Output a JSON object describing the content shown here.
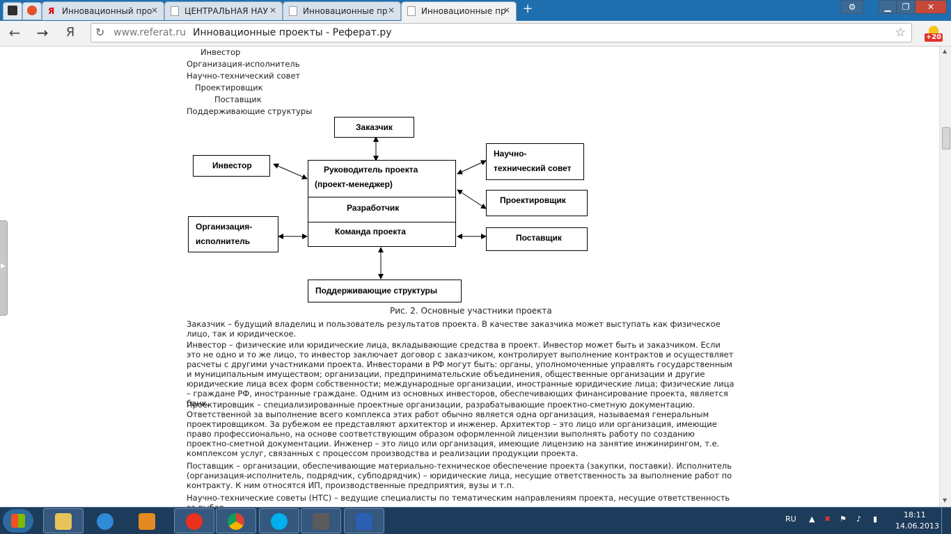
{
  "browser": {
    "tabs": [
      {
        "title": "Инновационный про",
        "active": false
      },
      {
        "title": "ЦЕНТРАЛЬНАЯ НАУ",
        "active": false
      },
      {
        "title": "Инновационные пр",
        "active": false
      },
      {
        "title": "Инновационные пр",
        "active": true
      }
    ],
    "address": {
      "host": "www.referat.ru",
      "page_title": "Инновационные проекты - Реферат.ру"
    },
    "yandex_label": "Я",
    "extension_badge": "+20"
  },
  "page": {
    "list_items": [
      "Инвестор",
      "Организация-исполнитель",
      "Научно-технический совет",
      "Проектировщик",
      "Поставщик",
      "Поддерживающие структуры"
    ],
    "diagram": {
      "customer": "Заказчик",
      "investor": "Инвестор",
      "manager_line1": "Руководитель проекта",
      "manager_line2": "(проект-менеджер)",
      "developer": "Разработчик",
      "team": "Команда проекта",
      "council_line1": "Научно-",
      "council_line2": "технический совет",
      "designer": "Проектировщик",
      "supplier": "Поставщик",
      "org_line1": "Организация-",
      "org_line2": "исполнитель",
      "support": "Поддерживающие структуры"
    },
    "caption": "Рис. 2. Основные участники проекта",
    "paragraphs": [
      "Заказчик – будущий владелиц и пользователь результатов проекта. В качестве заказчика может выступать как физическое лицо, так и юридическое.",
      "Инвестор – физические или юридические лица, вкладывающие средства в проект. Инвестор может быть и заказчиком. Если это не одно и то же лицо, то инвестор заключает договор с заказчиком, контролирует выполнение контрактов и осуществляет расчеты с другими участниками проекта. Инвесторами в РФ могут быть: органы, уполномоченные управлять государственным и муниципальным имуществом; организации, предпринимательские объединения, общественные организации и другие юридические лица всех форм собственности; международные организации, иностранные юридические лица; физические лица – граждане РФ, иностранные граждане. Одним из основных инвесторов, обеспечивающих финансирование проекта, является банк.",
      "Проектировщик – специализированные проектные организации, разрабатывающие проектно-сметную документацию. Ответственной за выполнение всего комплекса этих работ обычно является одна организация, называемая генеральным проектировщиком. За рубежом ее представляют архитектор и инженер. Архитектор – это лицо или организация, имеющие право профессионально, на основе соответствующим образом оформленной лицензии выполнять работу по созданию проектно-сметной документации. Инженер – это лицо или организация, имеющие лицензию на занятие инжинирингом, т.е. комплексом услуг, связанных с процессом производства и реализации продукции проекта.",
      "Поставщик – организации, обеспечивающие материально-техническое обеспечение проекта (закупки, поставки). Исполнитель (организация-исполнитель, подрядчик, субподрядчик) – юридические лица, несущие ответственность за выполнение работ по контракту. К ним относятся ИП, производственные предприятия, вузы и т.п.",
      "Научно-технические советы (НТС) – ведущие специалисты по тематическим направлениям проекта, несущие ответственность за выбор"
    ]
  },
  "taskbar": {
    "language": "RU",
    "time": "18:11",
    "date": "14.06.2013"
  }
}
